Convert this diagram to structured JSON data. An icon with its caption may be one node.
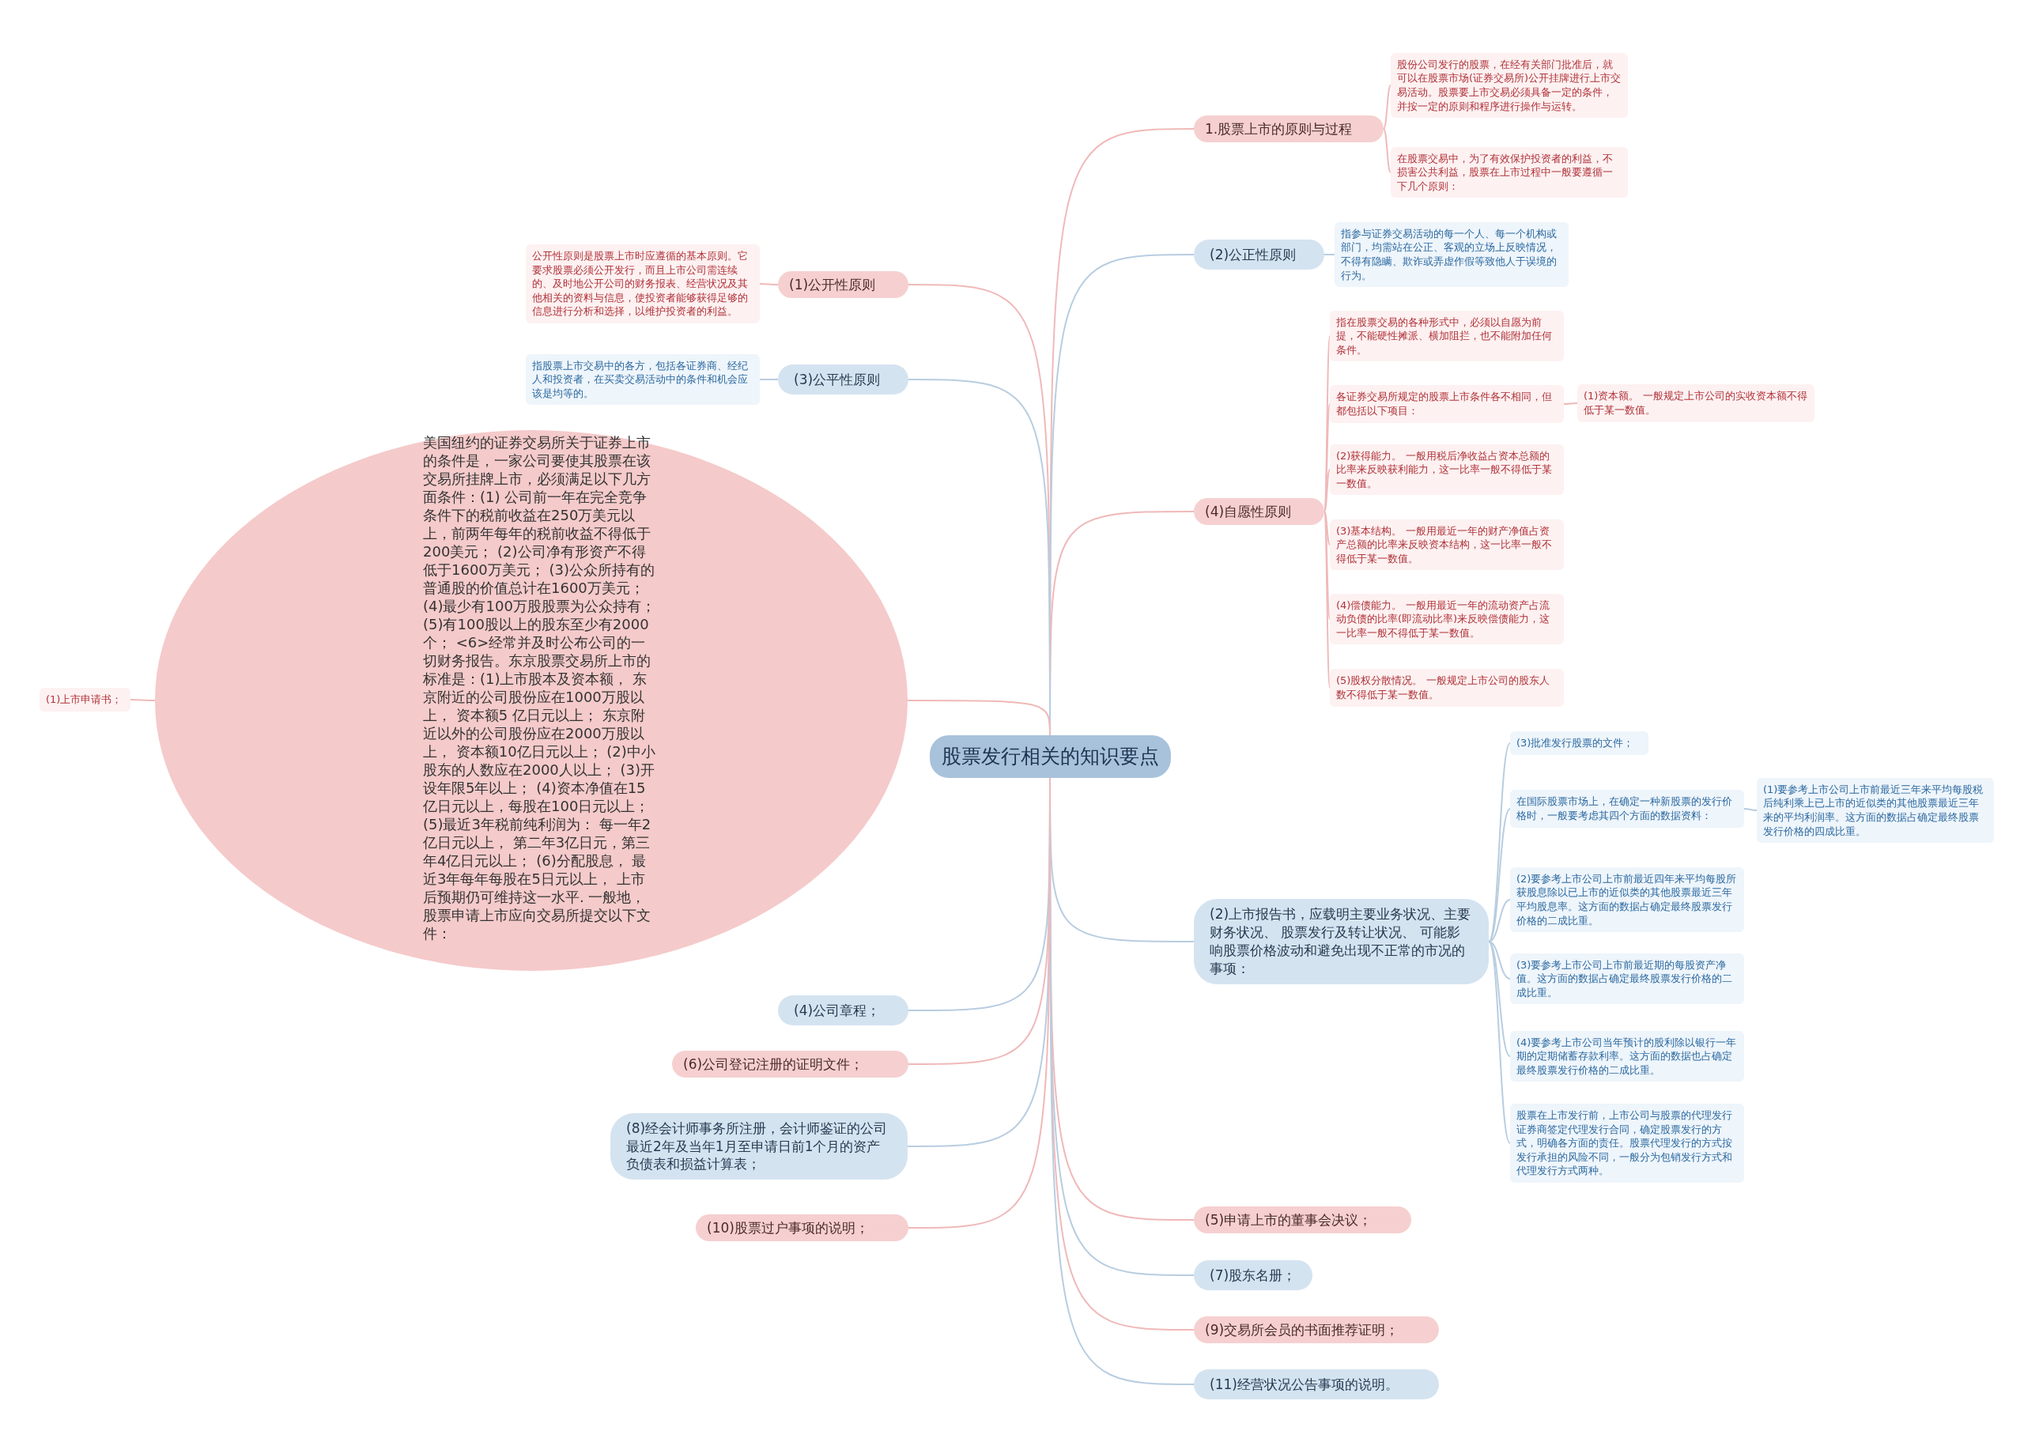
{
  "diagram": {
    "nodes": [
      {
        "text": [
          "股票发行相关的知识要点"
        ]
      },
      {
        "text": [
          "1.股票上市的原则与过程"
        ]
      },
      {
        "text": [
          "股份公司发行的股票，在经有关部门批准后，就可以在股票市场(证券交易所)公开挂牌进行上市交易活动。股票要上市交易必须具备一定的条件，并按一定的原则和程序进行操作与运转。"
        ]
      },
      {
        "text": [
          "在股票交易中，为了有效保护投资者的利益，不损害公共利益，股票在上市过程中一般要遵循一下几个原则："
        ]
      },
      {
        "text": [
          "(2)公正性原则"
        ]
      },
      {
        "text": [
          "指参与证券交易活动的每一个人、每一个机构或部门，均需站在公正、客观的立场上反映情况，不得有隐瞒、欺诈或弄虚作假等致他人于误境的行为。"
        ]
      },
      {
        "text": [
          "(4)自愿性原则"
        ]
      },
      {
        "text": [
          "指在股票交易的各种形式中，必须以自愿为前提，不能硬性摊派、横加阻拦，也不能附加任何条件。"
        ]
      },
      {
        "text": [
          "各证券交易所规定的股票上市条件各不相同，但都包括以下项目："
        ]
      },
      {
        "text": [
          "(1)资本额。 一般规定上市公司的实收资本额不得低于某一数值。"
        ]
      },
      {
        "text": [
          "(2)获得能力。 一般用税后净收益占资本总额的比率来反映获利能力，这一比率一般不得低于某一数值。"
        ]
      },
      {
        "text": [
          "(3)基本结构。 一般用最近一年的财产净值占资产总额的比率来反映资本结构，这一比率一般不得低于某一数值。"
        ]
      },
      {
        "text": [
          "(4)偿债能力。 一般用最近一年的流动资产占流动负债的比率(即流动比率)来反映偿债能力，这一比率一般不得低于某一数值。"
        ]
      },
      {
        "text": [
          "(5)股权分散情况。 一般规定上市公司的股东人数不得低于某一数值。"
        ]
      },
      {
        "text": [
          "(2)上市报告书，应载明主要业务状况、主要财务状况、 股票发行及转让状况、 可能影响股票价格波动和避免出现不正常的市况的事项："
        ]
      },
      {
        "text": [
          "(3)批准发行股票的文件；"
        ]
      },
      {
        "text": [
          "在国际股票市场上，在确定一种新股票的发行价格时，一般要考虑其四个方面的数据资料："
        ]
      },
      {
        "text": [
          "(1)要参考上市公司上市前最近三年来平均每股税后纯利乘上已上市的近似类的其他股票最近三年来的平均利润率。这方面的数据占确定最终股票发行价格的四成比重。"
        ]
      },
      {
        "text": [
          "(2)要参考上市公司上市前最近四年来平均每股所获股息除以已上市的近似类的其他股票最近三年平均股息率。这方面的数据占确定最终股票发行价格的二成比重。"
        ]
      },
      {
        "text": [
          "(3)要参考上市公司上市前最近期的每股资产净值。这方面的数据占确定最终股票发行价格的二成比重。"
        ]
      },
      {
        "text": [
          "(4)要参考上市公司当年预计的股利除以银行一年期的定期储蓄存款利率。这方面的数据也占确定最终股票发行价格的二成比重。"
        ]
      },
      {
        "text": [
          "股票在上市发行前，上市公司与股票的代理发行证券商签定代理发行合同，确定股票发行的方式，明确各方面的责任。股票代理发行的方式按发行承担的风险不同，一般分为包销发行方式和代理发行方式两种。"
        ]
      },
      {
        "text": [
          "(5)申请上市的董事会决议；"
        ]
      },
      {
        "text": [
          "(7)股东名册；"
        ]
      },
      {
        "text": [
          "(9)交易所会员的书面推荐证明；"
        ]
      },
      {
        "text": [
          "(11)经营状况公告事项的说明。"
        ]
      },
      {
        "text": [
          "(1)公开性原则"
        ]
      },
      {
        "text": [
          "公开性原则是股票上市时应遵循的基本原则。它要求股票必须公开发行，而且上市公司需连续的、及时地公开公司的财务报表、经营状况及其他相关的资料与信息，使投资者能够获得足够的信息进行分析和选择，以维护投资者的利益。"
        ]
      },
      {
        "text": [
          "(3)公平性原则"
        ]
      },
      {
        "text": [
          "指股票上市交易中的各方，包括各证券商、经纪人和投资者，在买卖交易活动中的条件和机会应该是均等的。"
        ]
      },
      {
        "text": [
          "美国纽约的证券交易所关于证券上市的条件是，一家公司要使其股票在该交易所挂牌上市，必须满足以下几方面条件：(1) 公司前一年在完全竞争条件下的税前收益在250万美元以上，前两年每年的税前收益不得低于200美元； (2)公司净有形资产不得低于1600万美元； (3)公众所持有的普通股的价值总计在1600万美元； (4)最少有100万股股票为公众持有； (5)有100股以上的股东至少有2000个； <6>经常并及时公布公司的一切财务报告。东京股票交易所上市的标准是：(1)上市股本及资本额， 东京附近的公司股份应在1000万股以上， 资本额5 亿日元以上； 东京附近以外的公司股份应在2000万股以上， 资本额10亿日元以上； (2)中小股东的人数应在2000人以上； (3)开设年限5年以上； (4)资本净值在15亿日元以上，每股在100日元以上； (5)最近3年税前纯利润为： 每一年2亿日元以上， 第二年3亿日元，第三年4亿日元以上； (6)分配股息， 最近3年每年每股在5日元以上， 上市后预期仍可维持这一水平. 一般地，股票申请上市应向交易所提交以下文件："
        ]
      },
      {
        "text": [
          "(1)上市申请书；"
        ]
      },
      {
        "text": [
          "(4)公司章程；"
        ]
      },
      {
        "text": [
          "(6)公司登记注册的证明文件；"
        ]
      },
      {
        "text": [
          "(8)经会计师事务所注册，会计师鉴证的公司最近2年及当年1月至申请日前1个月的资产负债表和损益计算表；"
        ]
      },
      {
        "text": [
          "(10)股票过户事项的说明；"
        ]
      }
    ],
    "edges": [
      {
        "from": 0,
        "to": 1,
        "arrow": "none"
      },
      {
        "from": 1,
        "to": 2,
        "arrow": "none"
      },
      {
        "from": 1,
        "to": 3,
        "arrow": "none"
      },
      {
        "from": 0,
        "to": 4,
        "arrow": "none",
        "color": "#b8cde0"
      },
      {
        "from": 4,
        "to": 5,
        "arrow": "none",
        "color": "#b8cde0"
      },
      {
        "from": 0,
        "to": 6,
        "arrow": "none"
      },
      {
        "from": 6,
        "to": 7,
        "arrow": "none"
      },
      {
        "from": 6,
        "to": 8,
        "arrow": "none"
      },
      {
        "from": 8,
        "to": 9,
        "arrow": "none"
      },
      {
        "from": 6,
        "to": 10,
        "arrow": "none"
      },
      {
        "from": 6,
        "to": 11,
        "arrow": "none"
      },
      {
        "from": 6,
        "to": 12,
        "arrow": "none"
      },
      {
        "from": 6,
        "to": 13,
        "arrow": "none"
      },
      {
        "from": 0,
        "to": 14,
        "arrow": "none",
        "color": "#b8cde0"
      },
      {
        "from": 14,
        "to": 15,
        "arrow": "none",
        "color": "#b8cde0"
      },
      {
        "from": 14,
        "to": 16,
        "arrow": "none",
        "color": "#b8cde0"
      },
      {
        "from": 16,
        "to": 17,
        "arrow": "none",
        "color": "#b8cde0"
      },
      {
        "from": 14,
        "to": 18,
        "arrow": "none",
        "color": "#b8cde0"
      },
      {
        "from": 14,
        "to": 19,
        "arrow": "none",
        "color": "#b8cde0"
      },
      {
        "from": 14,
        "to": 20,
        "arrow": "none",
        "color": "#b8cde0"
      },
      {
        "from": 14,
        "to": 21,
        "arrow": "none",
        "color": "#b8cde0"
      },
      {
        "from": 0,
        "to": 22,
        "arrow": "none"
      },
      {
        "from": 0,
        "to": 23,
        "arrow": "none",
        "color": "#b8cde0"
      },
      {
        "from": 0,
        "to": 24,
        "arrow": "none"
      },
      {
        "from": 0,
        "to": 25,
        "arrow": "none",
        "color": "#b8cde0"
      },
      {
        "from": 0,
        "to": 26,
        "arrow": "none"
      },
      {
        "from": 26,
        "to": 27,
        "arrow": "none"
      },
      {
        "from": 0,
        "to": 28,
        "arrow": "none",
        "color": "#b8cde0"
      },
      {
        "from": 28,
        "to": 29,
        "arrow": "none",
        "color": "#b8cde0"
      },
      {
        "from": 0,
        "to": 30,
        "arrow": "none"
      },
      {
        "from": 30,
        "to": 31,
        "arrow": "none"
      },
      {
        "from": 0,
        "to": 32,
        "arrow": "none",
        "color": "#b8cde0"
      },
      {
        "from": 0,
        "to": 33,
        "arrow": "none"
      },
      {
        "from": 0,
        "to": 34,
        "arrow": "none",
        "color": "#b8cde0"
      },
      {
        "from": 0,
        "to": 35,
        "arrow": "none"
      }
    ]
  }
}
